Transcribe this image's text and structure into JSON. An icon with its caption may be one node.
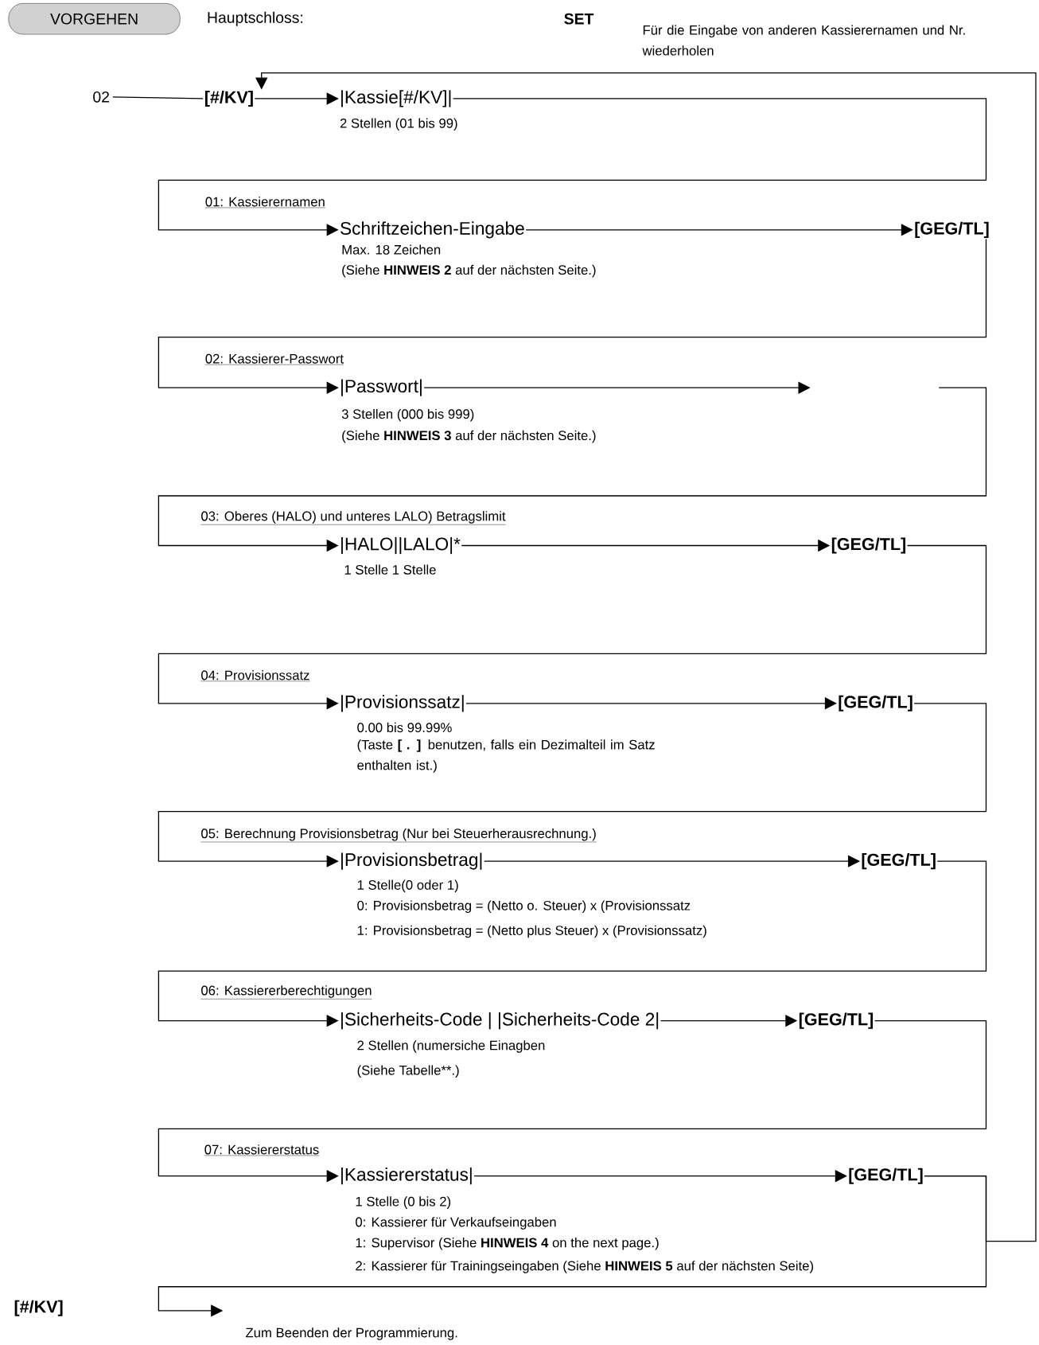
{
  "diagram": {
    "nodes": [
      {
        "text": [
          "VORGEHEN"
        ]
      },
      {
        "text": [
          "02"
        ]
      },
      {
        "text": [
          "[#/KV]"
        ]
      },
      {
        "text": [
          "|Kassie[#/KV]|"
        ],
        "beside": [
          "2 Stellen (01 bis 99)"
        ]
      },
      {
        "text": [
          "Schriftzeichen-Eingabe"
        ],
        "beside": [
          "Max. 18 Zeichen",
          "(Siehe **HINWEIS 2** auf der nächsten Seite.)"
        ]
      },
      {
        "text": [
          "[GEG/TL]"
        ]
      },
      {
        "text": [
          "|Passwort|"
        ],
        "beside": [
          "3 Stellen (000 bis 999)",
          "(Siehe **HINWEIS 3** auf der nächsten Seite.)"
        ]
      },
      {
        "text": [
          "|HALO||LALO|*"
        ],
        "beside": [
          "1 Stelle  1 Stelle"
        ]
      },
      {
        "text": [
          "[GEG/TL]"
        ]
      },
      {
        "text": [
          "|Provisionssatz|"
        ],
        "beside": [
          "0.00 bis 99.99%",
          "(Taste **[ . ]** benutzen, falls ein Dezimalteil im Satz enthalten ist.)"
        ]
      },
      {
        "text": [
          "[GEG/TL]"
        ]
      },
      {
        "text": [
          "|Provisionsbetrag|"
        ],
        "beside": [
          "1 Stelle(0 oder 1)",
          "0: Provisionsbetrag = (Netto o. Steuer) x (Provisionssatz",
          "1: Provisionsbetrag = (Netto plus Steuer) x (Provisionssatz)"
        ]
      },
      {
        "text": [
          "[GEG/TL]"
        ]
      },
      {
        "text": [
          "|Sicherheits-Code  | |Sicherheits-Code 2|"
        ],
        "beside": [
          "2 Stellen (numersiche Einagben",
          "(Siehe Tabelle**.)"
        ]
      },
      {
        "text": [
          "[GEG/TL]"
        ]
      },
      {
        "text": [
          "|Kassiererstatus|"
        ],
        "beside": [
          "1 Stelle (0 bis 2)",
          "0: Kassierer für Verkaufseingaben",
          "1: Supervisor (Siehe **HINWEIS 4** on the next page.)",
          "2: Kassierer für Trainingseingaben  (Siehe **HINWEIS 5** auf der nächsten Seite)"
        ]
      },
      {
        "text": [
          "[GEG/TL]"
        ]
      },
      {
        "text": [
          "[#/KV]"
        ]
      }
    ],
    "edges": [
      {
        "from": 1,
        "to": 2,
        "arrow": "none"
      },
      {
        "from": 2,
        "to": 3,
        "arrow": "to"
      },
      {
        "from": 3,
        "to": 4,
        "arrow": "to",
        "label": "01: Kassierernamen"
      },
      {
        "from": 4,
        "to": 5,
        "arrow": "to"
      },
      {
        "from": 5,
        "to": 6,
        "arrow": "to",
        "label": "02: Kassierer-Passwort"
      },
      {
        "from": 6,
        "to": null,
        "arrow": "to"
      },
      {
        "from": null,
        "to": 7,
        "arrow": "to",
        "label": "03: Oberes (HALO) und unteres LALO) Betragslimit"
      },
      {
        "from": 7,
        "to": 8,
        "arrow": "to"
      },
      {
        "from": 8,
        "to": 9,
        "arrow": "to",
        "label": "04: Provisionssatz"
      },
      {
        "from": 9,
        "to": 10,
        "arrow": "to"
      },
      {
        "from": 10,
        "to": 11,
        "arrow": "to",
        "label": "05: Berechnung Provisionsbetrag (Nur bei Steuerherausrechnung.)"
      },
      {
        "from": 11,
        "to": 12,
        "arrow": "to"
      },
      {
        "from": 12,
        "to": 13,
        "arrow": "to",
        "label": "06: Kassiererberechtigungen"
      },
      {
        "from": 13,
        "to": 14,
        "arrow": "to"
      },
      {
        "from": 14,
        "to": 15,
        "arrow": "to",
        "label": "07: Kassiererstatus"
      },
      {
        "from": 15,
        "to": 16,
        "arrow": "to"
      },
      {
        "from": 16,
        "to": null,
        "arrow": "to"
      },
      {
        "from": 16,
        "to": 2,
        "arrow": "to"
      }
    ],
    "labels": [
      "Hauptschloss:",
      "SET",
      "Für die Eingabe von anderen Kassierernamen und Nr. wiederholen",
      "Zum Beenden der Programmierung."
    ]
  }
}
